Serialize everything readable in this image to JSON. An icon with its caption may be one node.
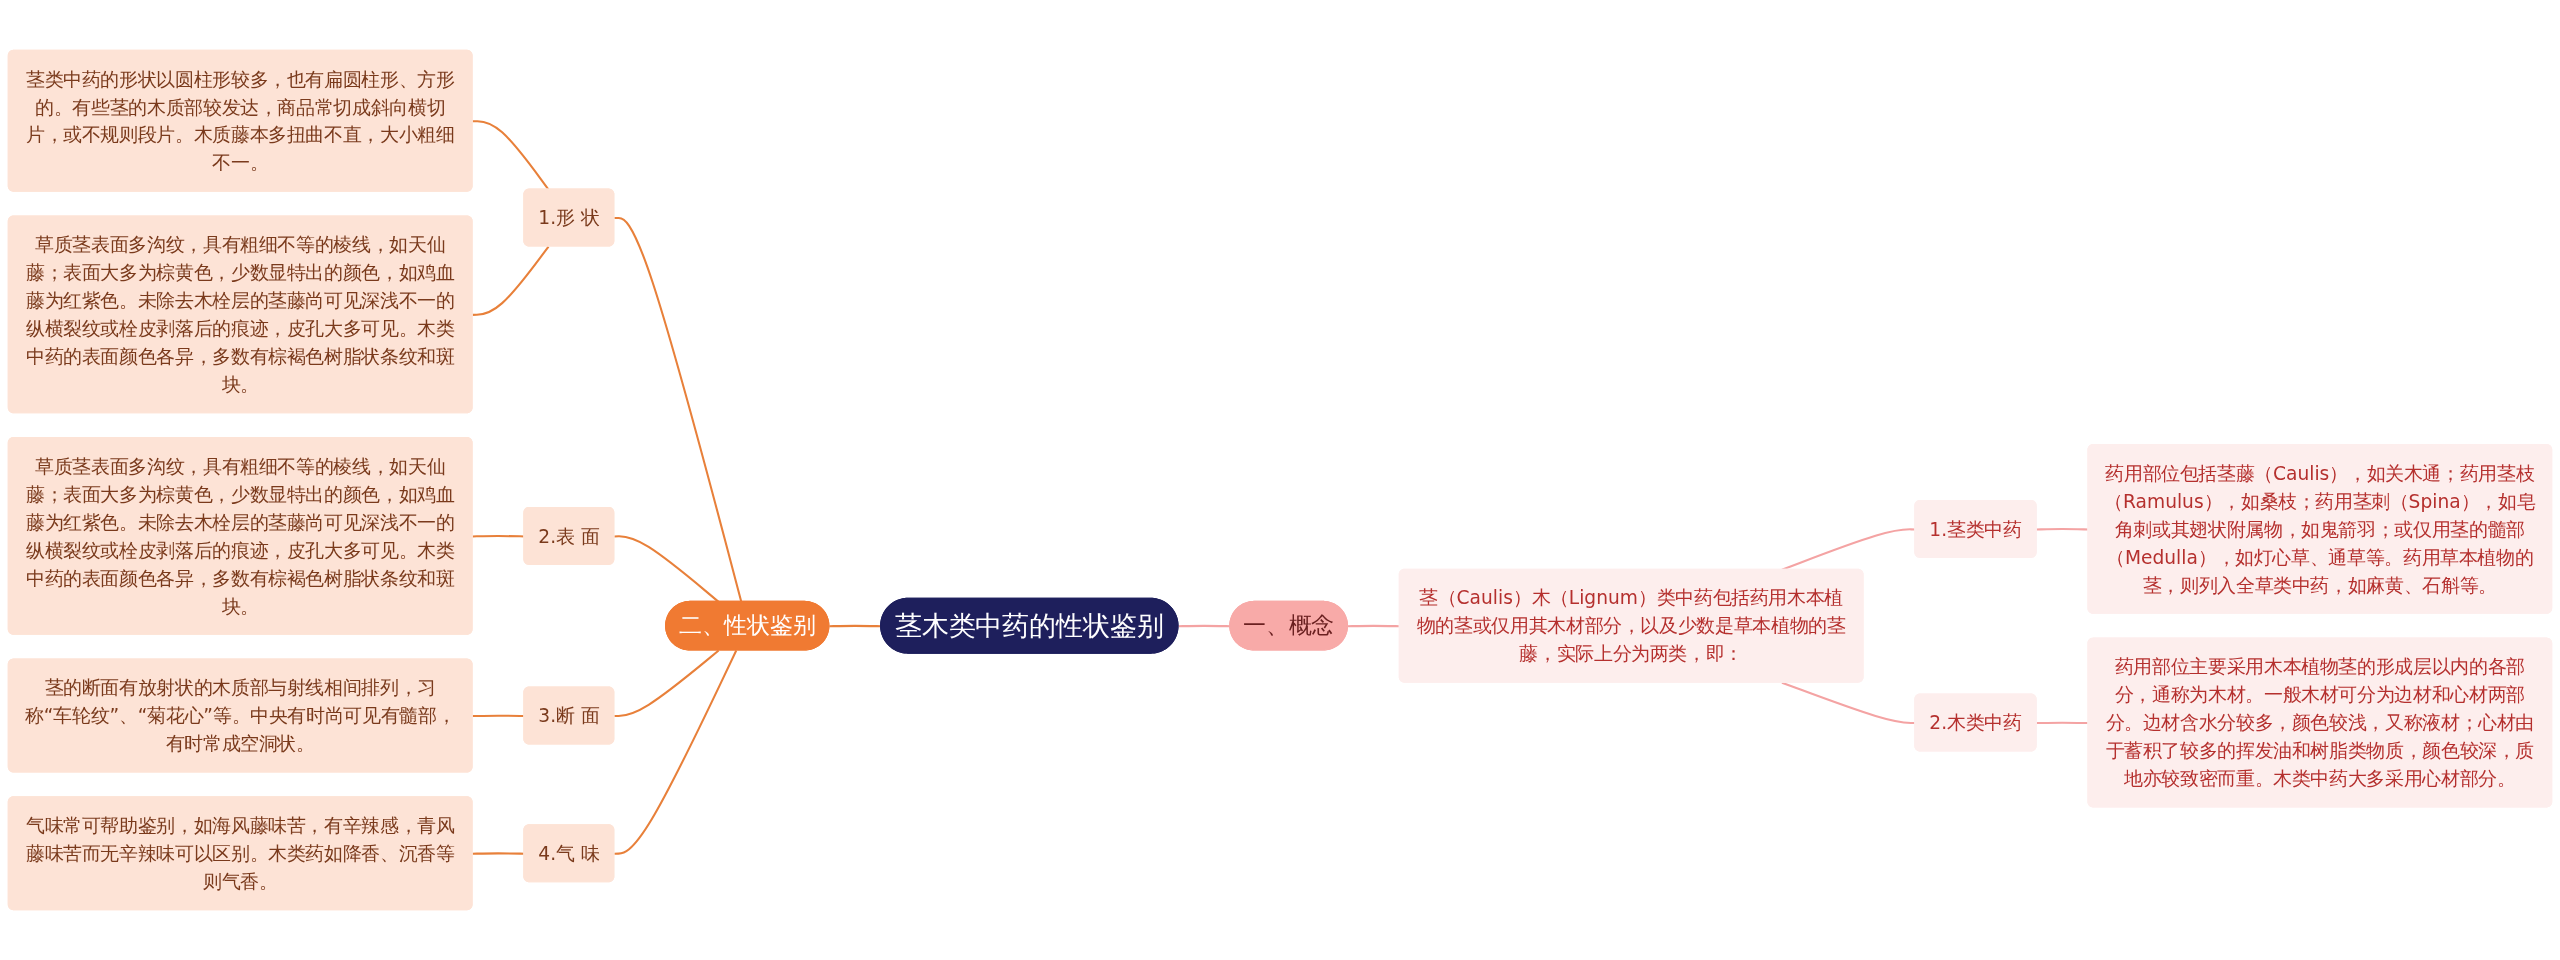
{
  "diagram": {
    "nodes": [
      {
        "text": [
          "茎木类中药的性状鉴别"
        ]
      },
      {
        "text": [
          "一、概念"
        ]
      },
      {
        "text": [
          "茎（Caulis）木（Lignum）类中药包括药用木本植物的茎或仅用其木材部分，以及少数是草本植物的茎藤，实际上分为两类，即："
        ]
      },
      {
        "text": [
          "1.茎类中药"
        ]
      },
      {
        "text": [
          "药用部位包括茎藤（Caulis），如关木通；药用茎枝（Ramulus），如桑枝；药用茎刺（Spina），如皂角刺或其翅状附属物，如鬼箭羽；或仅用茎的髓部（Medulla），如灯心草、通草等。药用草本植物的茎，则列入全草类中药，如麻黄、石斛等。"
        ]
      },
      {
        "text": [
          "2.木类中药"
        ]
      },
      {
        "text": [
          "药用部位主要采用木本植物茎的形成层以内的各部分，通称为木材。一般木材可分为边材和心材两部分。边材含水分较多，颜色较浅，又称液材；心材由于蓄积了较多的挥发油和树脂类物质，颜色较深，质地亦较致密而重。木类中药大多采用心材部分。"
        ]
      },
      {
        "text": [
          "二、性状鉴别"
        ]
      },
      {
        "text": [
          "1.形 状"
        ]
      },
      {
        "text": [
          "茎类中药的形状以圆柱形较多，也有扁圆柱形、方形的。有些茎的木质部较发达，商品常切成斜向横切片，或不规则段片。木质藤本多扭曲不直，大小粗细不一。"
        ]
      },
      {
        "text": [
          "草质茎表面多沟纹，具有粗细不等的棱线，如天仙藤；表面大多为棕黄色，少数显特出的颜色，如鸡血藤为红紫色。未除去木栓层的茎藤尚可见深浅不一的纵横裂纹或栓皮剥落后的痕迹，皮孔大多可见。木类中药的表面颜色各异，多数有棕褐色树脂状条纹和斑块。"
        ]
      },
      {
        "text": [
          "2.表 面"
        ]
      },
      {
        "text": [
          "草质茎表面多沟纹，具有粗细不等的棱线，如天仙藤；表面大多为棕黄色，少数显特出的颜色，如鸡血藤为红紫色。未除去木栓层的茎藤尚可见深浅不一的纵横裂纹或栓皮剥落后的痕迹，皮孔大多可见。木类中药的表面颜色各异，多数有棕褐色树脂状条纹和斑块。"
        ]
      },
      {
        "text": [
          "3.断 面"
        ]
      },
      {
        "text": [
          "茎的断面有放射状的木质部与射线相间排列，习称“车轮纹”、“菊花心”等。中央有时尚可见有髓部，有时常成空洞状。"
        ]
      },
      {
        "text": [
          "4.气 味"
        ]
      },
      {
        "text": [
          "气味常可帮助鉴别，如海风藤味苦，有辛辣感，青风藤味苦而无辛辣味可以区别。木类药如降香、沉香等则气香。"
        ]
      }
    ],
    "edges": [
      {
        "from": 0,
        "to": 1,
        "arrow": "none",
        "color": "#f4a3a3"
      },
      {
        "from": 1,
        "to": 2,
        "arrow": "none",
        "color": "#f4a3a3"
      },
      {
        "from": 2,
        "to": 3,
        "arrow": "none",
        "color": "#f4a3a3"
      },
      {
        "from": 3,
        "to": 4,
        "arrow": "none",
        "color": "#f4a3a3"
      },
      {
        "from": 2,
        "to": 5,
        "arrow": "none",
        "color": "#f4a3a3"
      },
      {
        "from": 5,
        "to": 6,
        "arrow": "none",
        "color": "#f4a3a3"
      },
      {
        "from": 0,
        "to": 7,
        "arrow": "none"
      },
      {
        "from": 7,
        "to": 8,
        "arrow": "none"
      },
      {
        "from": 8,
        "to": 9,
        "arrow": "none"
      },
      {
        "from": 8,
        "to": 10,
        "arrow": "none"
      },
      {
        "from": 7,
        "to": 11,
        "arrow": "none"
      },
      {
        "from": 11,
        "to": 12,
        "arrow": "none"
      },
      {
        "from": 7,
        "to": 13,
        "arrow": "none"
      },
      {
        "from": 13,
        "to": 14,
        "arrow": "none"
      },
      {
        "from": 7,
        "to": 15,
        "arrow": "none"
      },
      {
        "from": 15,
        "to": 16,
        "arrow": "none"
      }
    ]
  }
}
